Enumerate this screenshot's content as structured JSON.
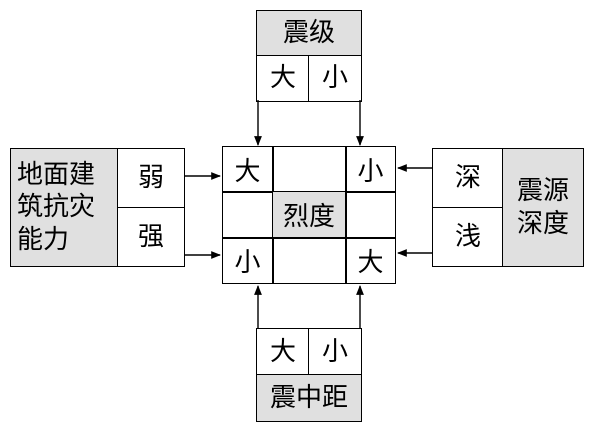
{
  "top": {
    "title": "震级",
    "left": "大",
    "right": "小"
  },
  "left": {
    "title_lines": [
      "地面建",
      "筑抗灾",
      "能力"
    ],
    "top": "弱",
    "bottom": "强"
  },
  "right": {
    "top": "深",
    "bottom": "浅",
    "title_lines": [
      "震源",
      "深度"
    ]
  },
  "bottom": {
    "left": "大",
    "right": "小",
    "title": "震中距"
  },
  "center": {
    "tl": "大",
    "tr": "小",
    "center": "烈度",
    "bl": "小",
    "br": "大"
  }
}
